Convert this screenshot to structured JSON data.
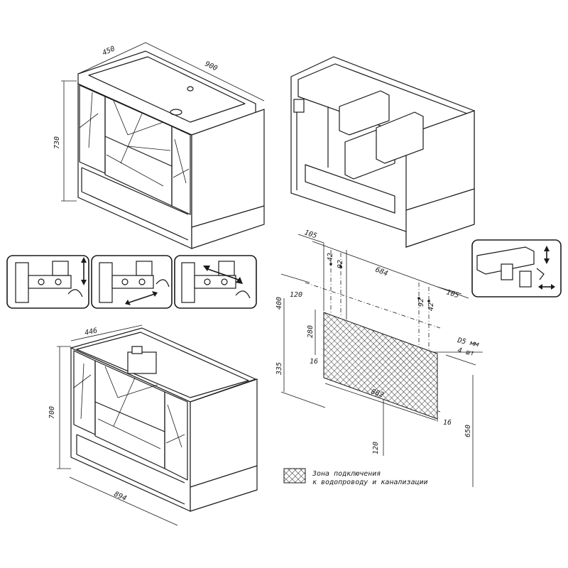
{
  "top_view": {
    "depth": "450",
    "width": "900",
    "height": "730"
  },
  "bottom_view": {
    "depth": "446",
    "height": "700",
    "width": "894"
  },
  "wall_plan": {
    "top_dim": "105",
    "span": "684",
    "col_a": "42",
    "col_b": "92",
    "col_c": "92",
    "col_d": "42",
    "right_offset": "105",
    "left_offset": "120",
    "h_total": "400",
    "h_inner": "280",
    "h_low": "335",
    "edge_left": "16",
    "edge_right": "16",
    "width_bottom": "862",
    "floor": "120",
    "right_height": "650",
    "hole_size": "D5 мм",
    "hole_count": "4 шт"
  },
  "legend": {
    "line1": "Зона подключения",
    "line2": "к водопроводу и канализации"
  }
}
